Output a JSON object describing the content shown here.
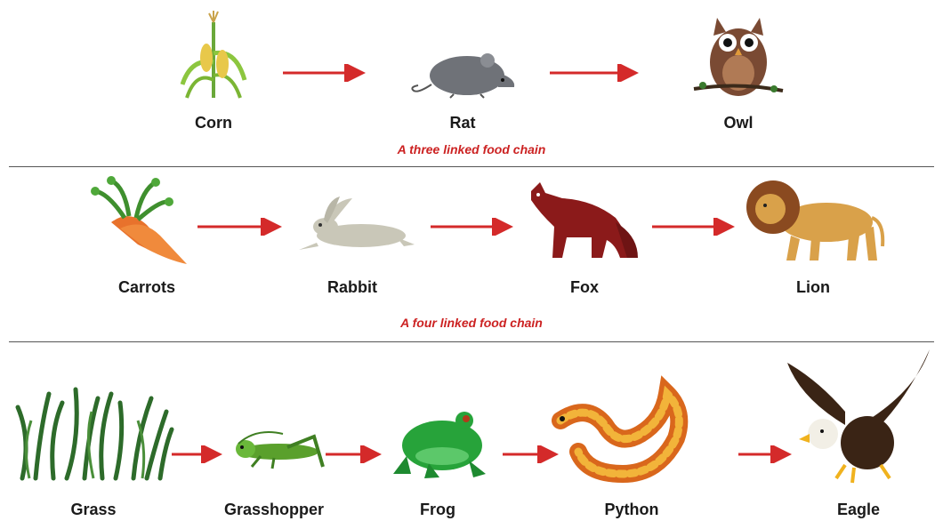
{
  "chains": [
    {
      "organisms": [
        "Corn",
        "Rat",
        "Owl"
      ],
      "caption": "A three linked food chain"
    },
    {
      "organisms": [
        "Carrots",
        "Rabbit",
        "Fox",
        "Lion"
      ],
      "caption": "A four linked food chain"
    },
    {
      "organisms": [
        "Grass",
        "Grasshopper",
        "Frog",
        "Python",
        "Eagle"
      ],
      "caption": ""
    }
  ],
  "colors": {
    "arrow": "#d42a2a",
    "caption": "#cc2222",
    "divider": "#555555"
  },
  "icons": [
    "corn-icon",
    "rat-icon",
    "owl-icon",
    "carrot-icon",
    "rabbit-icon",
    "fox-icon",
    "lion-icon",
    "grass-icon",
    "grasshopper-icon",
    "frog-icon",
    "python-icon",
    "eagle-icon"
  ]
}
